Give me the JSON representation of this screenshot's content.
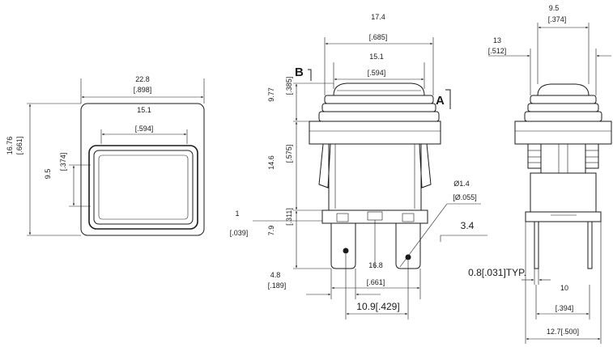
{
  "colors": {
    "line": "#1a1a1a",
    "background": "#ffffff"
  },
  "front_view": {
    "width_mm": "22.8",
    "width_in": "[.898]",
    "inner_mm": "15.1",
    "inner_in": "[.594]",
    "height_mm": "16.76",
    "height_in": "[.661]",
    "inner_height_mm": "9.5",
    "inner_height_in": "[.374]"
  },
  "side_view": {
    "top_mm": "17.4",
    "top_in": "[.685]",
    "cap_mm": "15.1",
    "cap_in": "[.594]",
    "label_a": "A",
    "label_b": "B",
    "cap_h_mm": "9.77",
    "cap_h_in": "[.385]",
    "body_h_mm": "14.6",
    "body_h_in": "[.575]",
    "base_h_mm": "7.9",
    "base_h_in": "[.311]",
    "step_mm": "1",
    "step_in": "[.039]",
    "terminal_mm": "4.8",
    "terminal_in": "[.189]",
    "span_mm": "16.8",
    "span_in": "[.661]",
    "pitch": "10.9[.429]",
    "hole_mm": "Ø1.4",
    "hole_in": "[Ø.055]",
    "tab_width": "3.4"
  },
  "end_view": {
    "top_mm": "9.5",
    "top_in": "[.374]",
    "cap_mm": "13",
    "cap_in": "[.512]",
    "thickness": "0.8[.031]TYP.",
    "pitch_mm": "10",
    "pitch_in": "[.394]",
    "base": "12.7[.500]"
  }
}
